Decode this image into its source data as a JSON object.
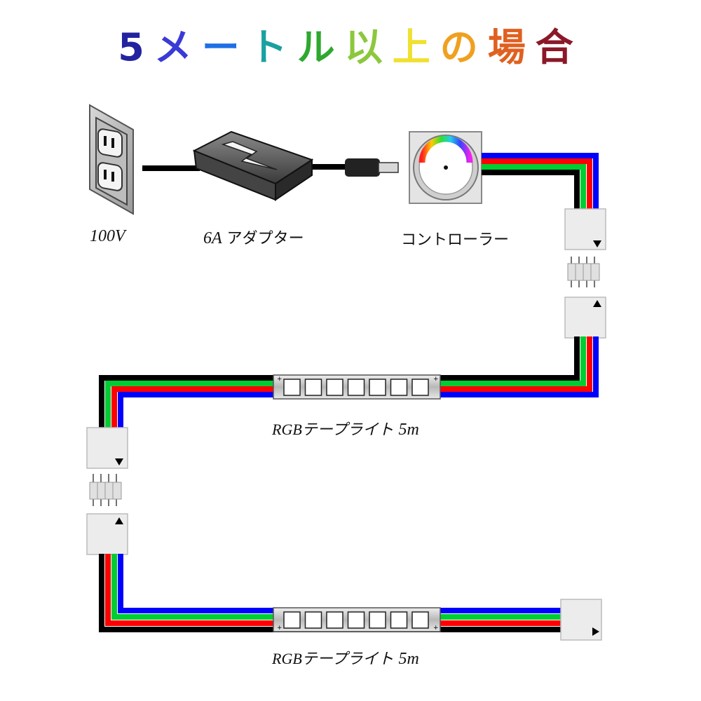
{
  "title": {
    "chars": [
      "5",
      "メ",
      "ー",
      "ト",
      "ル",
      "以",
      "上",
      "の",
      "場",
      "合"
    ],
    "colors": [
      "#2323a0",
      "#3a3ad6",
      "#1e6fe6",
      "#1aa0a0",
      "#2ea82e",
      "#8cc83c",
      "#f0e030",
      "#f0a020",
      "#e06020",
      "#8a1828"
    ]
  },
  "labels": {
    "outlet": "100V",
    "adapter_num": "6A",
    "adapter": "アダプター",
    "controller": "コントローラー",
    "strip1_name": "RGBテープライト",
    "strip1_len": "5m",
    "strip2_name": "RGBテープライト",
    "strip2_len": "5m"
  },
  "wire_colors": {
    "black": "#000000",
    "red": "#ff0000",
    "green": "#00cc33",
    "blue": "#0000ff"
  }
}
